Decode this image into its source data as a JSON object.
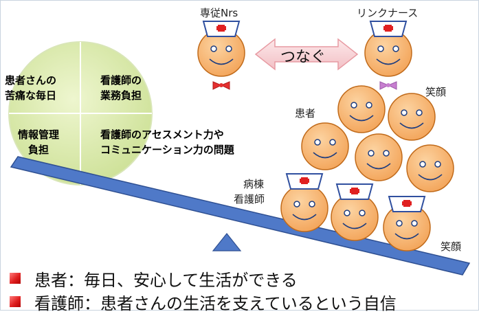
{
  "labels": {
    "senju_nurse": "専従Nrs",
    "link_nurse": "リンクナース",
    "connect": "つなぐ",
    "smile_top": "笑顔",
    "smile_bottom": "笑顔",
    "patient": "患者",
    "ward_nurse_line1": "病棟",
    "ward_nurse_line2": "看護師"
  },
  "circle_quadrants": {
    "q1_line1": "患者さんの",
    "q1_line2": "苦痛な毎日",
    "q2_line1": "看護師の",
    "q2_line2": "業務負担",
    "q3_line1": "情報管理",
    "q3_line2": "負担",
    "q4_line1": "看護師のアセスメント力や",
    "q4_line2": "コミュニケーション力の問題"
  },
  "bullets": [
    "患者：毎日、安心して生活ができる",
    "看護師：患者さんの生活を支えているという自信"
  ],
  "colors": {
    "face": "#f9b46b",
    "face_outline": "#c06a1a",
    "seesaw": "#4472c4",
    "circle": "#d6e8a6",
    "bow_red": "#e43030",
    "bow_purple": "#c77fd0",
    "cross": "#e02020",
    "arrow": "#f6d3d6"
  }
}
